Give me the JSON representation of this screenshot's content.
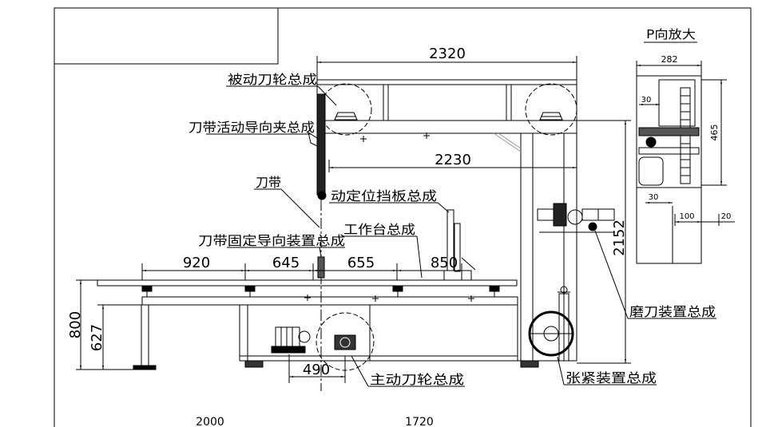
{
  "main_view": {
    "dimensions": {
      "overall_width": "2320",
      "inner_width": "2230",
      "height": "2152",
      "table_height": "800",
      "frame_height": "627",
      "motor_offset": "490",
      "segments": [
        "920",
        "645",
        "655",
        "850"
      ],
      "bottom_left": "2000",
      "bottom_right": "1720"
    },
    "labels": {
      "passive_wheel": "被动刀轮总成",
      "movable_guide_clamp": "刀带活动导向夹总成",
      "blade": "刀带",
      "positioning_fence": "动定位挡板总成",
      "worktable": "工作台总成",
      "fixed_guide": "刀带固定导向装置总成",
      "drive_wheel": "主动刀轮总成",
      "tensioner": "张紧装置总成",
      "grinder": "磨刀装置总成"
    }
  },
  "detail_view": {
    "title": "P向放大",
    "dimensions": {
      "width": "282",
      "top_offset": "30",
      "height": "465",
      "lower_offset": "30",
      "right_1": "100",
      "right_2": "20"
    }
  }
}
